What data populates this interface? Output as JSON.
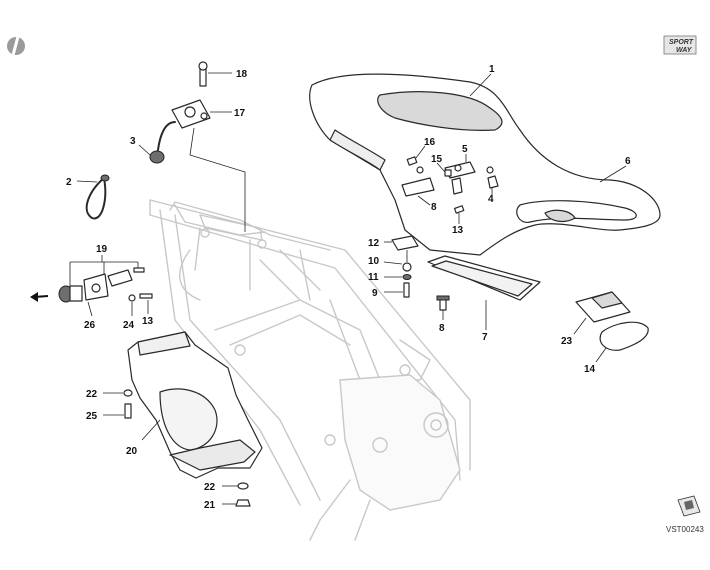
{
  "drawing_code": "VST00243",
  "sport_badge": {
    "line1": "SPORT",
    "line2": "WAY"
  },
  "callouts": {
    "c1": "1",
    "c2": "2",
    "c3": "3",
    "c4": "4",
    "c5": "5",
    "c6": "6",
    "c7": "7",
    "c8a": "8",
    "c8b": "8",
    "c9": "9",
    "c10": "10",
    "c11": "11",
    "c12": "12",
    "c13a": "13",
    "c13b": "13",
    "c14": "14",
    "c15": "15",
    "c16": "16",
    "c17": "17",
    "c18": "18",
    "c19": "19",
    "c20": "20",
    "c21": "21",
    "c22a": "22",
    "c22b": "22",
    "c23": "23",
    "c24": "24",
    "c25": "25",
    "c26": "26"
  }
}
